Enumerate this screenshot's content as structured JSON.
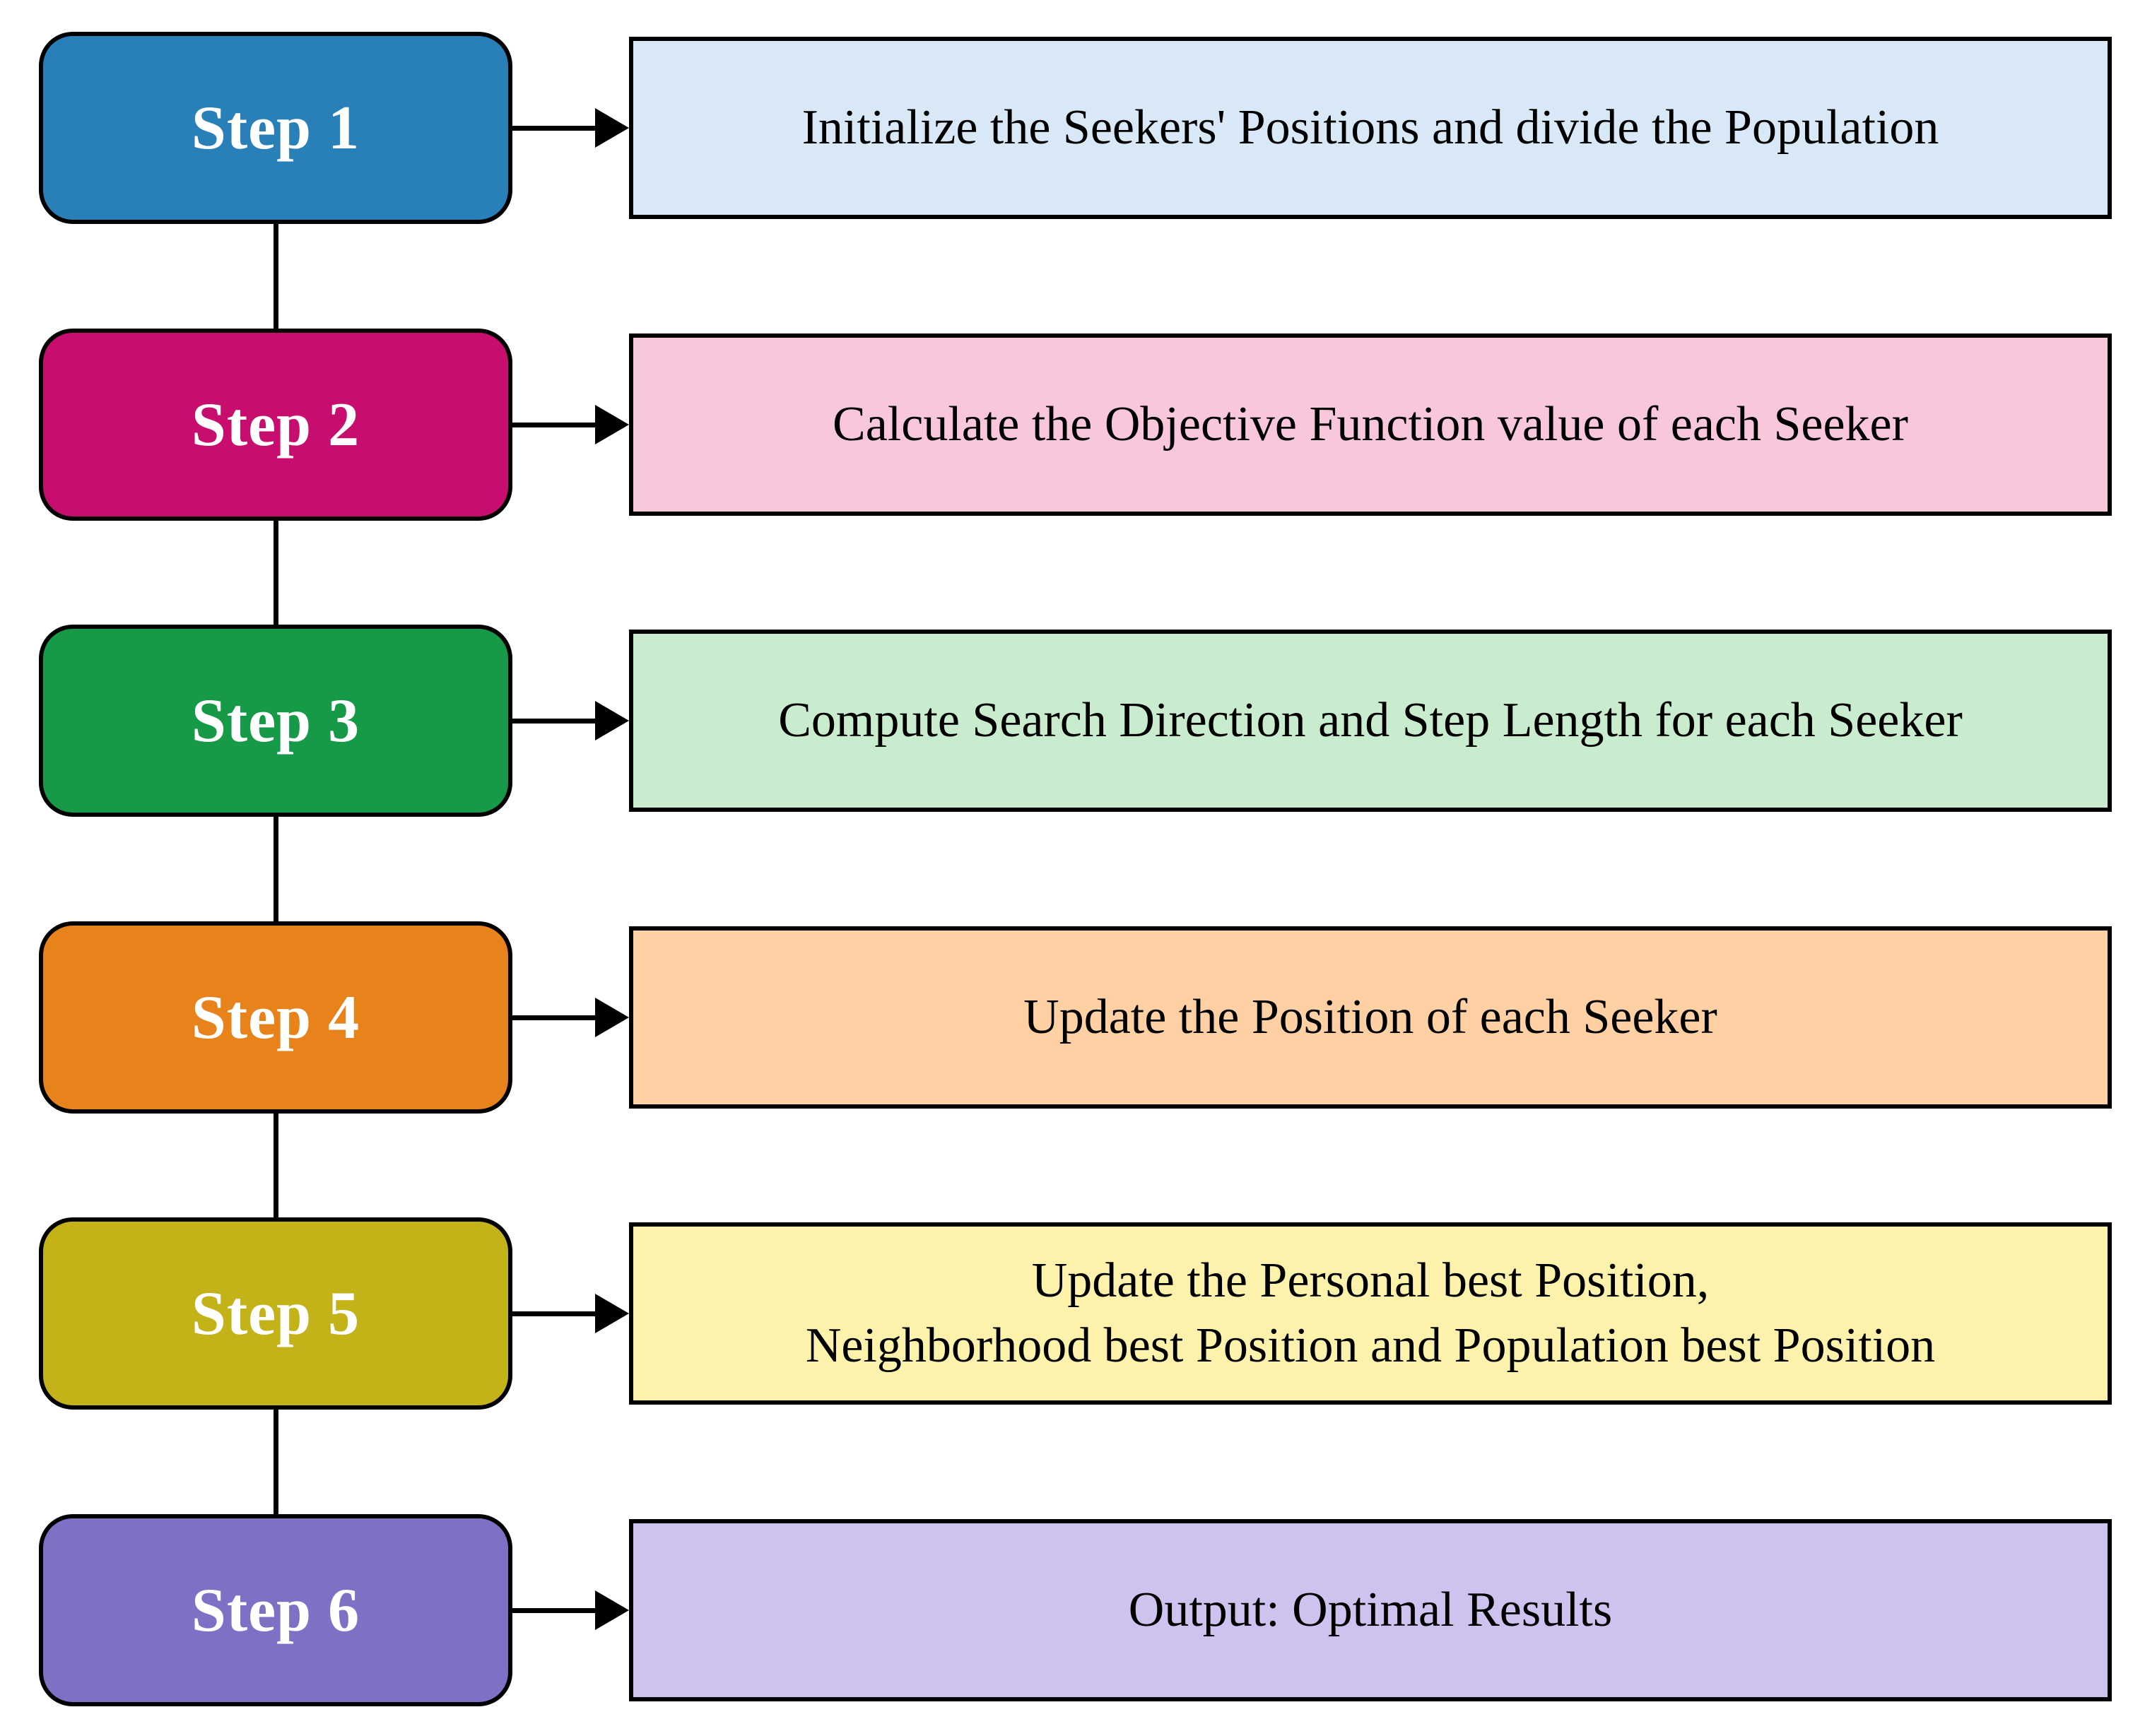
{
  "diagram": {
    "type": "flowchart",
    "colors": {
      "background": "#ffffff",
      "border": "#000000",
      "connector": "#000000",
      "step_label_text": "#ffffff",
      "description_text": "#000000"
    },
    "steps": [
      {
        "label": "Step 1",
        "description": "Initialize the Seekers' Positions and divide the Population",
        "step_color": "#2980b9",
        "desc_color": "#d9e8f7"
      },
      {
        "label": "Step 2",
        "description": "Calculate the Objective Function value of each Seeker",
        "step_color": "#c70d6e",
        "desc_color": "#f9c7dc"
      },
      {
        "label": "Step 3",
        "description": "Compute Search Direction and Step Length for each Seeker",
        "step_color": "#179a47",
        "desc_color": "#c9ecce"
      },
      {
        "label": "Step 4",
        "description": "Update the Position of each Seeker",
        "step_color": "#e8821a",
        "desc_color": "#fed0a4"
      },
      {
        "label": "Step 5",
        "description": "Update the Personal best Position,\nNeighborhood best Position and Population best Position",
        "step_color": "#c4b219",
        "desc_color": "#fdf2ab"
      },
      {
        "label": "Step 6",
        "description": "Output: Optimal Results",
        "step_color": "#8070c5",
        "desc_color": "#cdc3ee"
      }
    ]
  }
}
